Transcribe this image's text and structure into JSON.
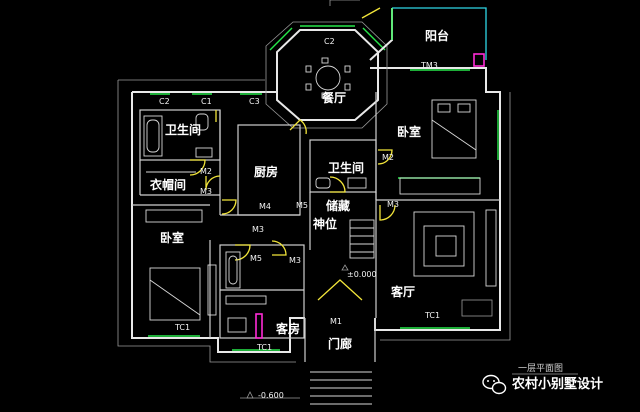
{
  "rooms": {
    "balcony": "阳台",
    "dining": "餐厅",
    "bedroom_ne": "卧室",
    "bath_nw": "卫生间",
    "kitchen": "厨房",
    "bath_center": "卫生间",
    "cloakroom": "衣帽间",
    "storage": "储藏",
    "shrine": "神位",
    "bedroom_w": "卧室",
    "living": "客厅",
    "guest": "客房",
    "porch": "门廊"
  },
  "codes": {
    "c2_top": "C2",
    "c2_left": "C2",
    "c1_left": "C1",
    "c3_left": "C3",
    "tm3": "TM3",
    "m2_a": "M2",
    "m2_b": "M2",
    "m3_a": "M3",
    "m3_b": "M3",
    "m3_c": "M3",
    "m3_d": "M3",
    "m4": "M4",
    "m5_a": "M5",
    "m5_b": "M5",
    "m1": "M1",
    "tc1_a": "TC1",
    "tc1_b": "TC1",
    "tc1_c": "TC1"
  },
  "elevations": {
    "floor": "±0.000",
    "outside": "-0.600"
  },
  "caption": "一层平面图",
  "watermark": "农村小别墅设计",
  "watermark_icon": "wechat-icon",
  "colors": {
    "background": "#000000",
    "wall": "#e8e8e8",
    "window": "#27e84a",
    "door": "#f2e53a",
    "balcony_rail": "#2fd6e6",
    "column": "#ff2bd6"
  }
}
